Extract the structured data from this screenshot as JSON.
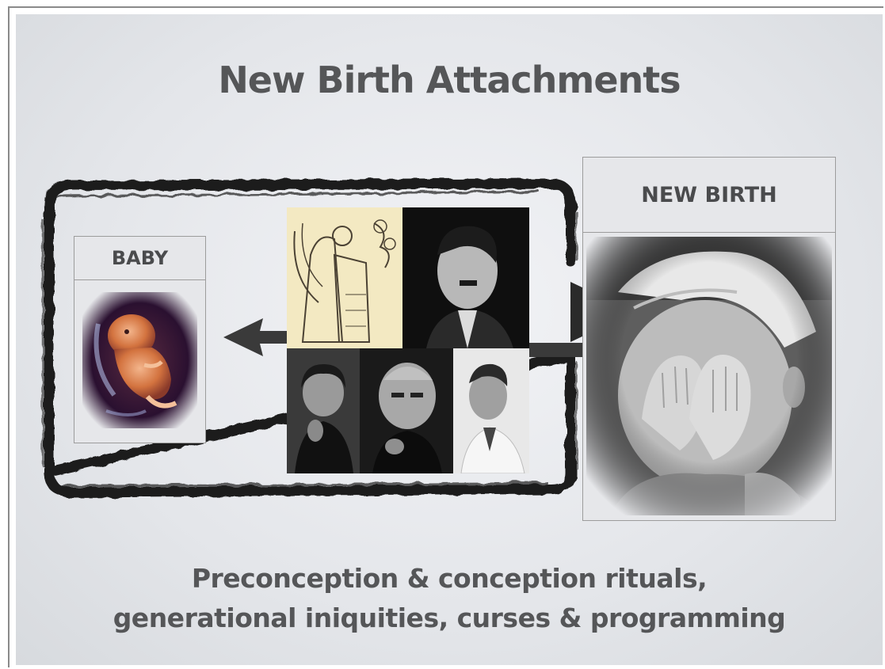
{
  "slide": {
    "title": "New Birth Attachments",
    "caption_line1": "Preconception & conception rituals,",
    "caption_line2": "generational iniquities, curses & programming"
  },
  "panels": {
    "baby_label": "BABY",
    "new_birth_label": "NEW BIRTH"
  },
  "images": {
    "baby": "embryo-photo",
    "new_birth": "child-covering-face-photo",
    "collage": [
      "winged-figure-engraving",
      "man-with-mustache-portrait",
      "woman-portrait",
      "bald-man-portrait",
      "young-man-portrait"
    ]
  },
  "colors": {
    "text": "#555658",
    "background": "#e4e6ea",
    "bracket": "#1e1e1e"
  }
}
